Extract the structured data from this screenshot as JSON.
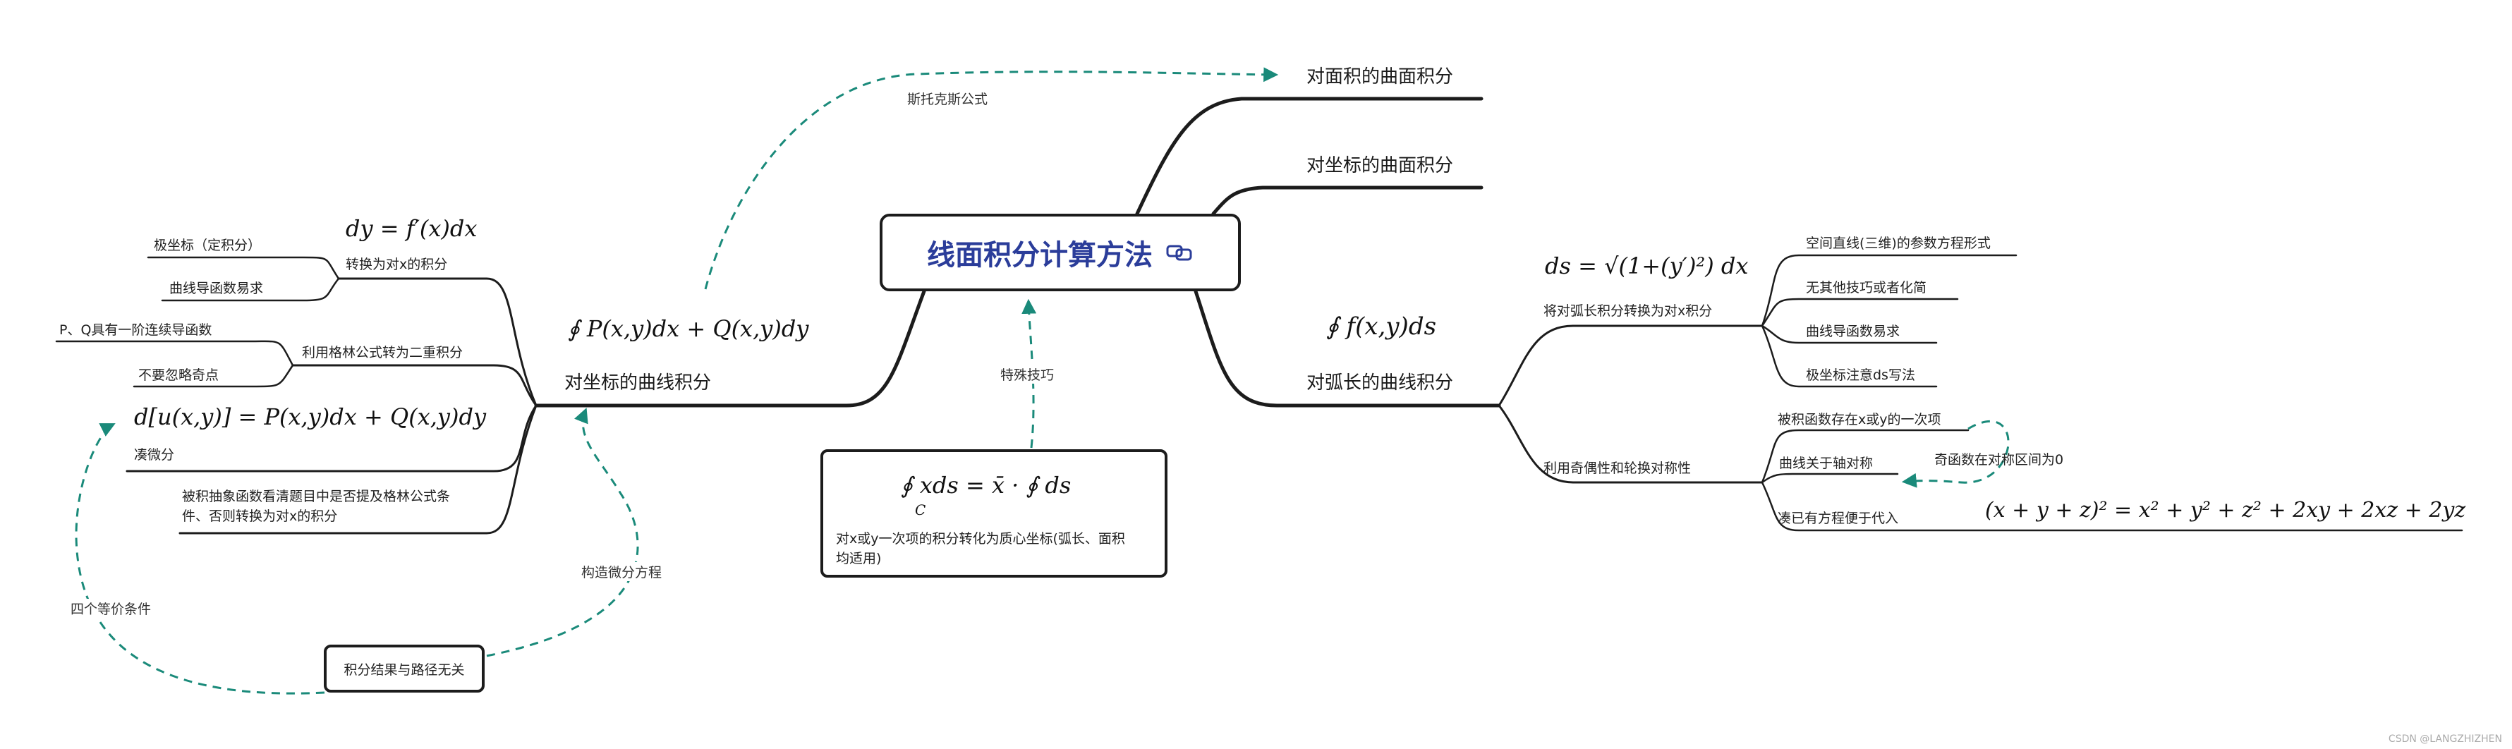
{
  "root": {
    "title": "线面积分计算方法",
    "icon": "link-icon"
  },
  "branches": {
    "surface_area": "对面积的曲面积分",
    "surface_coord": "对坐标的曲面积分",
    "line_arc": {
      "label": "对弧长的曲线积分",
      "formula": "∮ f(x,y)ds",
      "children": {
        "convert": {
          "label": "将对弧长积分转换为对x积分",
          "formula": "ds = √(1+(y′)²) dx",
          "children": [
            "空间直线(三维)的参数方程形式",
            "无其他技巧或者化简",
            "曲线导函数易求",
            "极坐标注意ds写法"
          ]
        },
        "symmetry": {
          "label": "利用奇偶性和轮换对称性",
          "children": [
            "被积函数存在x或y的一次项",
            "曲线关于轴对称",
            "凑已有方程便于代入"
          ],
          "note": "奇函数在对称区间为0",
          "formula": "(x + y + z)² = x² + y² + z² + 2xy + 2xz + 2yz"
        }
      }
    },
    "line_coord": {
      "label": "对坐标的曲线积分",
      "formula": "∮ P(x,y)dx + Q(x,y)dy",
      "children": {
        "to_x": {
          "label": "转换为对x的积分",
          "formula": "dy = f′(x)dx",
          "children": [
            "极坐标（定积分）",
            "曲线导函数易求"
          ]
        },
        "green": {
          "label": "利用格林公式转为二重积分",
          "children": [
            "P、Q具有一阶连续导函数",
            "不要忽略奇点"
          ]
        },
        "exact": {
          "label": "凑微分",
          "formula": "d[u(x,y)] = P(x,y)dx + Q(x,y)dy"
        },
        "abstract": {
          "line1": "被积抽象函数看清题目中是否提及格林公式条",
          "line2": "件、否则转换为对x的积分"
        }
      }
    }
  },
  "floating": {
    "centroid": {
      "formula_lhs": "∮ xds = x̄ · ∮ ds",
      "sub": "C",
      "line1": "对x或y一次项的积分转化为质心坐标(弧长、面积",
      "line2": "均适用)"
    },
    "path_independent": "积分结果与路径无关"
  },
  "connections": {
    "stokes": "斯托克斯公式",
    "special": "特殊技巧",
    "construct": "构造微分方程",
    "four_conditions": "四个等价条件"
  },
  "colors": {
    "root_text": "#2b3d9a",
    "line": "#1c1c1c",
    "dashed": "#1a8a7a"
  },
  "watermark": "CSDN @LANGZHIZHEN"
}
